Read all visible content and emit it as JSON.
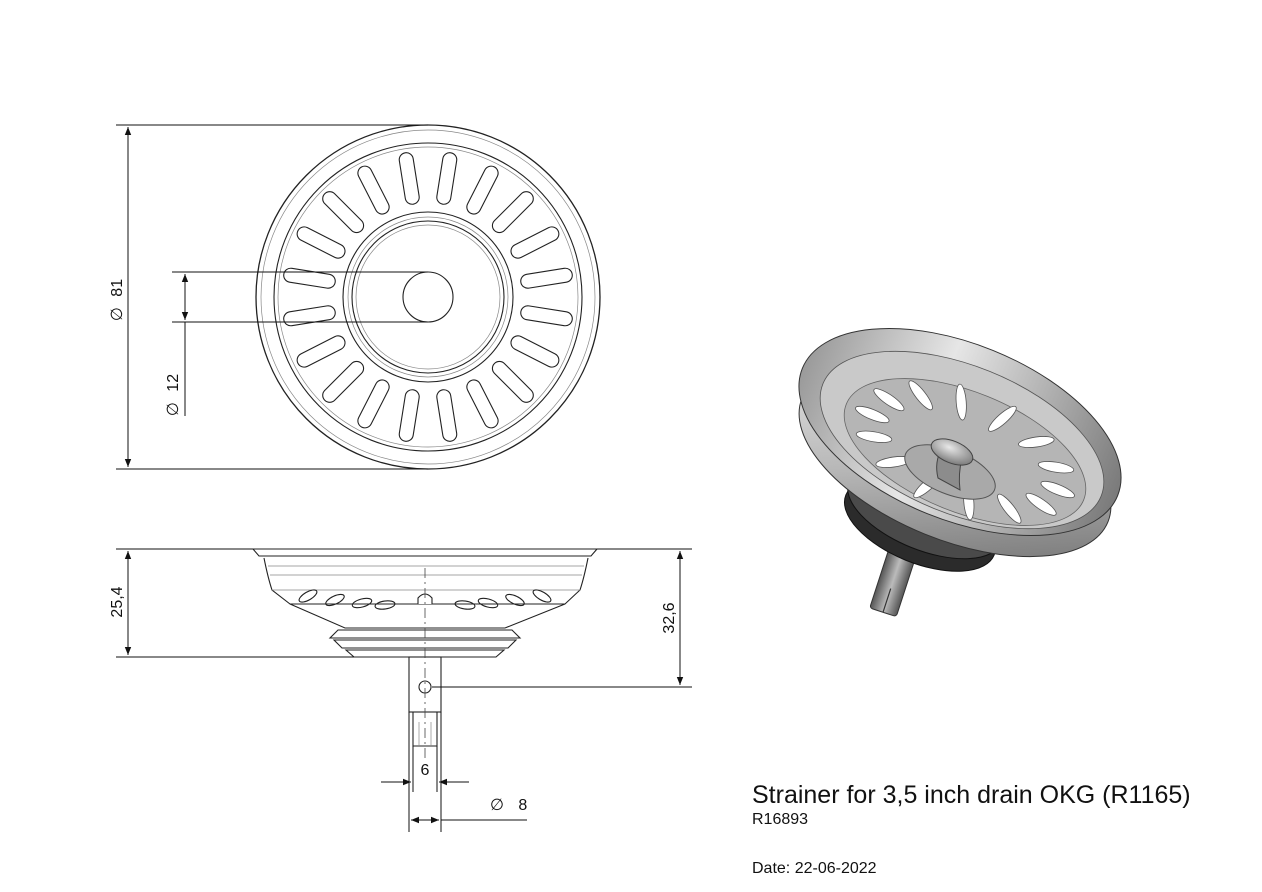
{
  "drawing": {
    "title": "Strainer for 3,5 inch drain OKG (R1165)",
    "code": "R16893",
    "date": "Date: 22-06-2022"
  },
  "dimensions": {
    "outer_diameter": "81",
    "knob_diameter": "12",
    "height_body": "25,4",
    "height_total": "32,6",
    "pin_width": "6",
    "stem_diameter": "8",
    "diameter_symbol": "∅"
  }
}
